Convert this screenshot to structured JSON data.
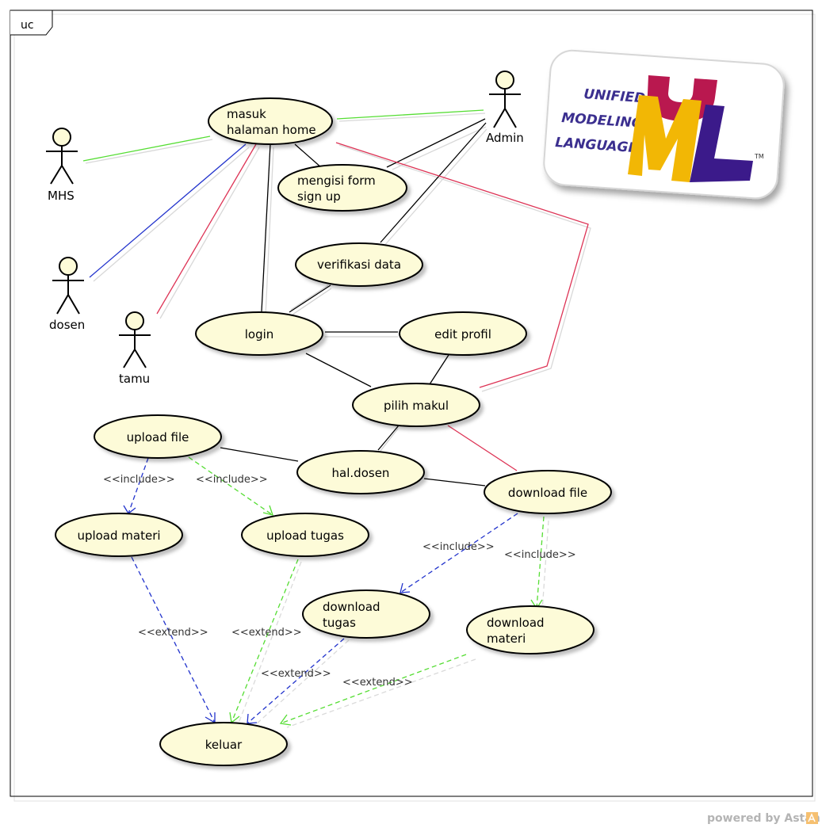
{
  "frame": {
    "tag": "uc"
  },
  "footer": "powered by Astah",
  "logo": {
    "lines": [
      "UNIFIED",
      "MODELING",
      "LANGUAGE"
    ],
    "tm": "TM",
    "colors": {
      "u": "#c0185a",
      "m": "#f2b705",
      "l": "#3b1a8a"
    }
  },
  "colors": {
    "green": "#55dd33",
    "blue": "#2233cc",
    "red": "#dd3355",
    "black": "#000000",
    "ellipse_fill": "#fdfbd8"
  },
  "actors": {
    "mhs": "MHS",
    "dosen": "dosen",
    "tamu": "tamu",
    "admin": "Admin"
  },
  "usecases": {
    "home": [
      "masuk",
      "halaman home"
    ],
    "signup": [
      "mengisi form",
      "sign up"
    ],
    "verifikasi": "verifikasi data",
    "login": "login",
    "edit_profil": "edit profil",
    "pilih_makul": "pilih makul",
    "upload_file": "upload file",
    "hal_dosen": "hal.dosen",
    "download_file": "download file",
    "upload_materi": "upload materi",
    "upload_tugas": "upload tugas",
    "download_tugas": [
      "download",
      "tugas"
    ],
    "download_materi": [
      "download",
      "materi"
    ],
    "keluar": "keluar"
  },
  "stereotypes": {
    "include": "<<include>>",
    "extend": "<<extend>>"
  }
}
